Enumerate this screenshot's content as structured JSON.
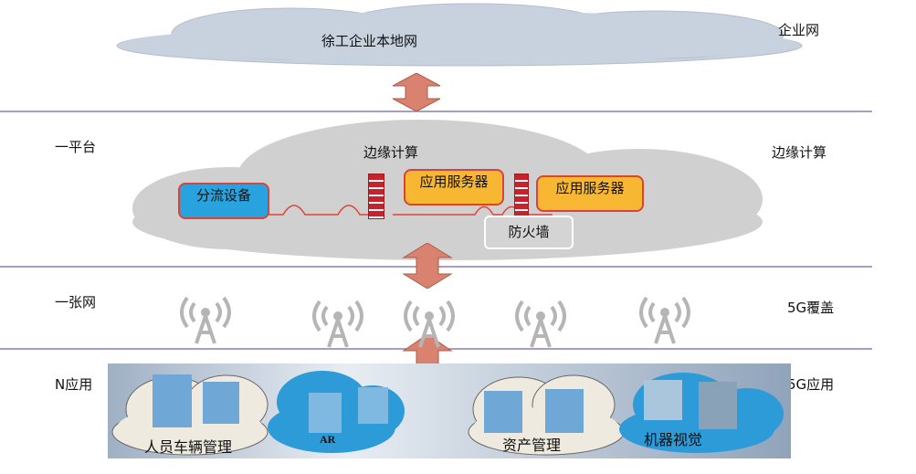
{
  "top": {
    "cloud_label": "徐工企业本地网",
    "right_label": "企业网"
  },
  "platform": {
    "left_label": "一平台",
    "right_label": "边缘计算",
    "cloud_label": "边缘计算",
    "splitter": "分流设备",
    "server1": "应用服务器",
    "server2": "应用服务器",
    "firewall": "防火墙"
  },
  "network": {
    "left_label": "一张网",
    "right_label": "5G覆盖"
  },
  "apps": {
    "left_label": "N应用",
    "right_label": "5G应用",
    "items": [
      {
        "label": "人员车辆管理"
      },
      {
        "label": "AR"
      },
      {
        "label": "资产管理"
      },
      {
        "label": "机器视觉"
      }
    ]
  },
  "colors": {
    "divider": "#a99cc7",
    "arrow": "#d9826f",
    "edge_cloud": "#d0d0d0",
    "blue": "#29a3e0",
    "orange": "#f7b733"
  }
}
